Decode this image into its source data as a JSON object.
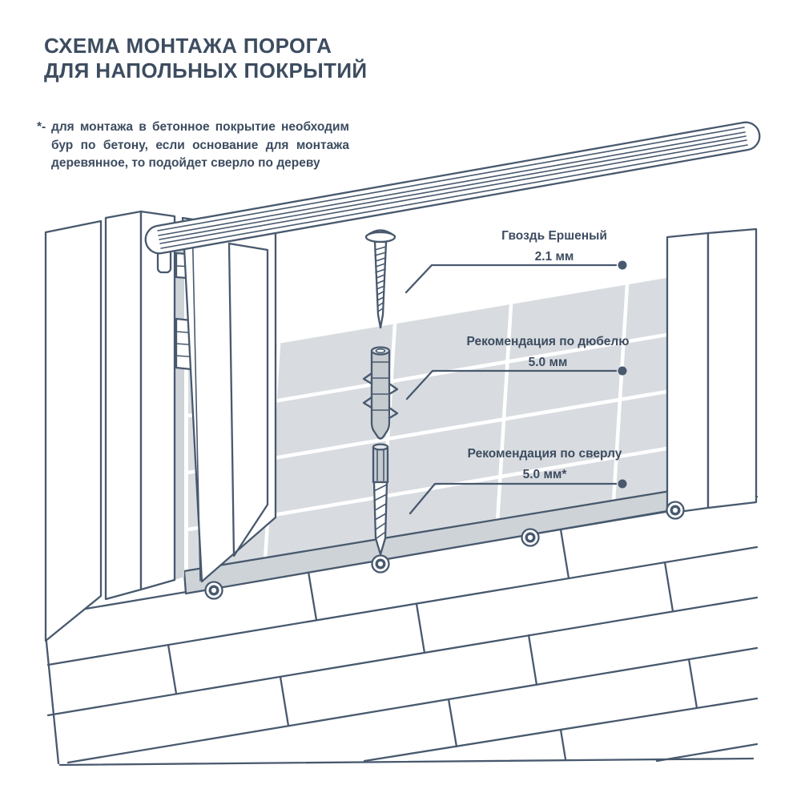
{
  "header": {
    "title_line1": "СХЕМА МОНТАЖА ПОРОГА",
    "title_line2": "ДЛЯ НАПОЛЬНЫХ ПОКРЫТИЙ"
  },
  "note": {
    "marker": "*-",
    "text": "для монтажа в бетонное покрытие необходим бур по бетону, если основание для монтажа деревянное, то подойдет сверло по дереву"
  },
  "callouts": [
    {
      "label": "Гвоздь Ершеный",
      "value": "2.1 мм"
    },
    {
      "label": "Рекомендация по дюбелю",
      "value": "5.0 мм"
    },
    {
      "label": "Рекомендация по сверлу",
      "value": "5.0 мм*"
    }
  ],
  "colors": {
    "text": "#3d4c60",
    "line": "#48596e",
    "fill": "#d8dce0",
    "fill2": "#ced3d8",
    "metal": "#c6cbd0",
    "background": "#ffffff"
  }
}
